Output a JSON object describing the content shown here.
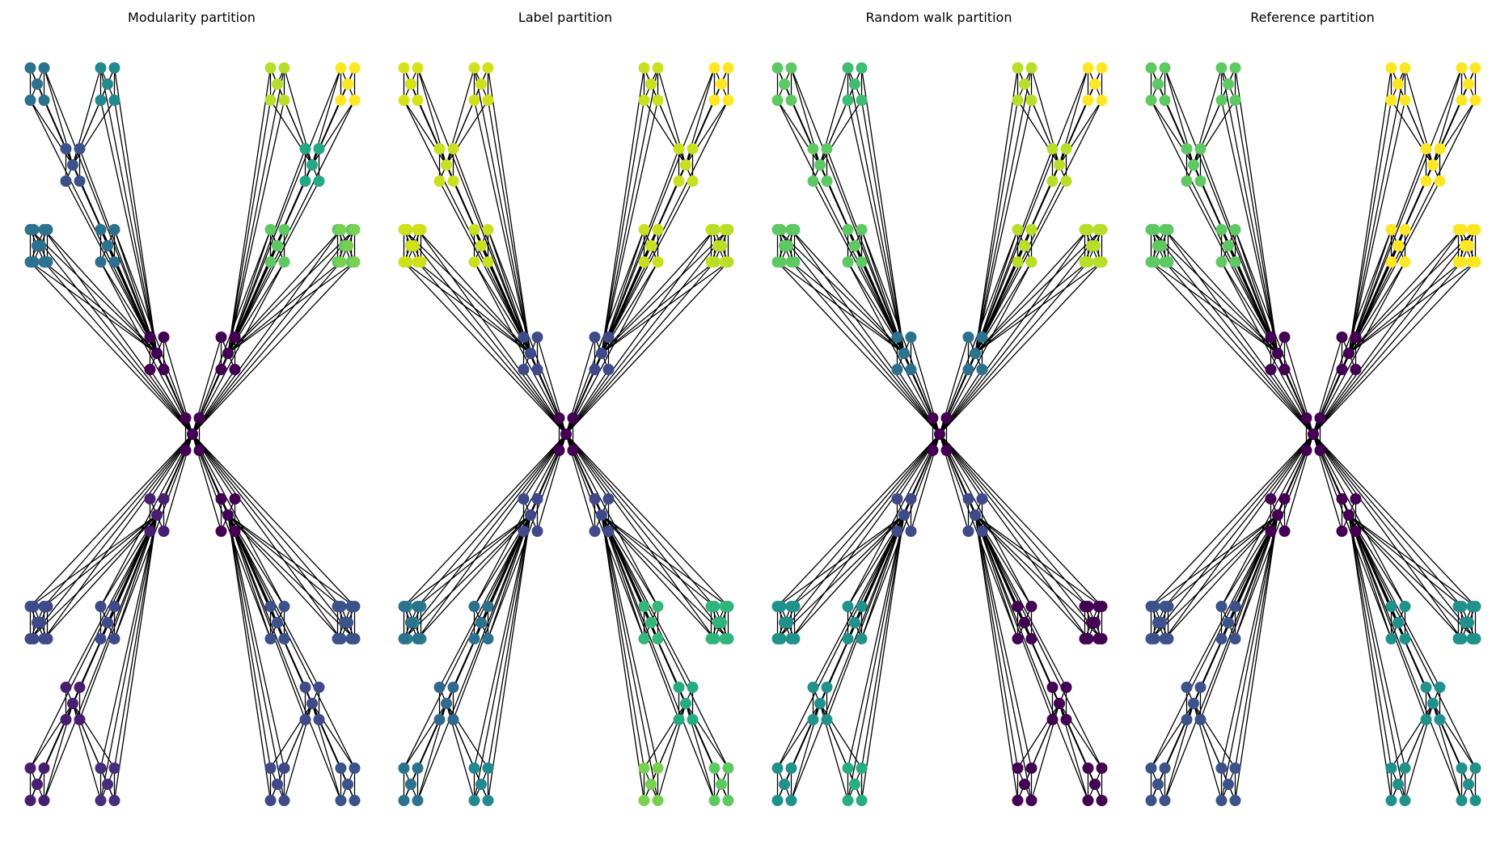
{
  "panels": [
    {
      "id": "modularity",
      "title": "Modularity partition",
      "clusters": {
        "center": "#440154",
        "A0": "#440154",
        "A1": "#3b518b",
        "A1a": "#2c718e",
        "A1b": "#23898e",
        "A2": "#2c718e",
        "A2a": "#2c718e",
        "A2b": "#2c718e",
        "B0": "#440154",
        "B1": "#24a884",
        "B1a": "#b8de29",
        "B1b": "#fde725",
        "B2": "#5ec962",
        "B2a": "#5ec962",
        "B2b": "#7ad151",
        "C0": "#481f70",
        "C1": "#481f70",
        "C1a": "#481f70",
        "C1b": "#472d7b",
        "C2": "#3e4a89",
        "C2a": "#3e4a89",
        "C2b": "#3e4a89",
        "D0": "#440154",
        "D1": "#3e4a89",
        "D1a": "#3e4a89",
        "D1b": "#3b528b",
        "D2": "#3b528b",
        "D2a": "#3b528b",
        "D2b": "#3b528b"
      }
    },
    {
      "id": "label",
      "title": "Label partition",
      "clusters": {
        "center": "#440154",
        "A0": "#3e4a89",
        "A1": "#c8e020",
        "A1a": "#d8e219",
        "A1b": "#d0e11c",
        "A2": "#c8e020",
        "A2a": "#d0e11c",
        "A2b": "#c8e020",
        "B0": "#3e4a89",
        "B1": "#c8e020",
        "B1a": "#c8e020",
        "B1b": "#fde725",
        "B2": "#c8e020",
        "B2a": "#c8e020",
        "B2b": "#b8de29",
        "C0": "#3e4a89",
        "C1": "#31688e",
        "C1a": "#2c728e",
        "C1b": "#23898e",
        "C2": "#26828e",
        "C2a": "#2c718e",
        "C2b": "#2c718e",
        "D0": "#3e4a89",
        "D1": "#25ab82",
        "D1a": "#7ad151",
        "D1b": "#5ec962",
        "D2": "#35b779",
        "D2a": "#35b779",
        "D2b": "#2fb47c"
      }
    },
    {
      "id": "randomwalk",
      "title": "Random walk partition",
      "clusters": {
        "center": "#440154",
        "A0": "#2c718e",
        "A1": "#5ec962",
        "A1a": "#5ec962",
        "A1b": "#3fbc73",
        "A2": "#5ec962",
        "A2a": "#5ec962",
        "A2b": "#5ec962",
        "B0": "#2c718e",
        "B1": "#b8de29",
        "B1a": "#b8de29",
        "B1b": "#fde725",
        "B2": "#b8de29",
        "B2a": "#b8de29",
        "B2b": "#b8de29",
        "C0": "#3e4a89",
        "C1": "#21918c",
        "C1a": "#21918c",
        "C1b": "#26ad81",
        "C2": "#21918c",
        "C2a": "#21918c",
        "C2b": "#21918c",
        "D0": "#3e4a89",
        "D1": "#440154",
        "D1a": "#440154",
        "D1b": "#440154",
        "D2": "#440154",
        "D2a": "#440154",
        "D2b": "#440154"
      }
    },
    {
      "id": "reference",
      "title": "Reference partition",
      "clusters": {
        "center": "#440154",
        "A0": "#440154",
        "A1": "#5ec962",
        "A1a": "#5ec962",
        "A1b": "#5ec962",
        "A2": "#5ec962",
        "A2a": "#5ec962",
        "A2b": "#5ec962",
        "B0": "#440154",
        "B1": "#fde725",
        "B1a": "#fde725",
        "B1b": "#fde725",
        "B2": "#fde725",
        "B2a": "#fde725",
        "B2b": "#fde725",
        "C0": "#440154",
        "C1": "#3b528b",
        "C1a": "#3b528b",
        "C1b": "#3b528b",
        "C2": "#3b528b",
        "C2a": "#3b528b",
        "C2b": "#3b528b",
        "D0": "#440154",
        "D1": "#21918c",
        "D1a": "#21918c",
        "D1b": "#21918c",
        "D2": "#21918c",
        "D2a": "#21918c",
        "D2b": "#21918c"
      }
    }
  ]
}
